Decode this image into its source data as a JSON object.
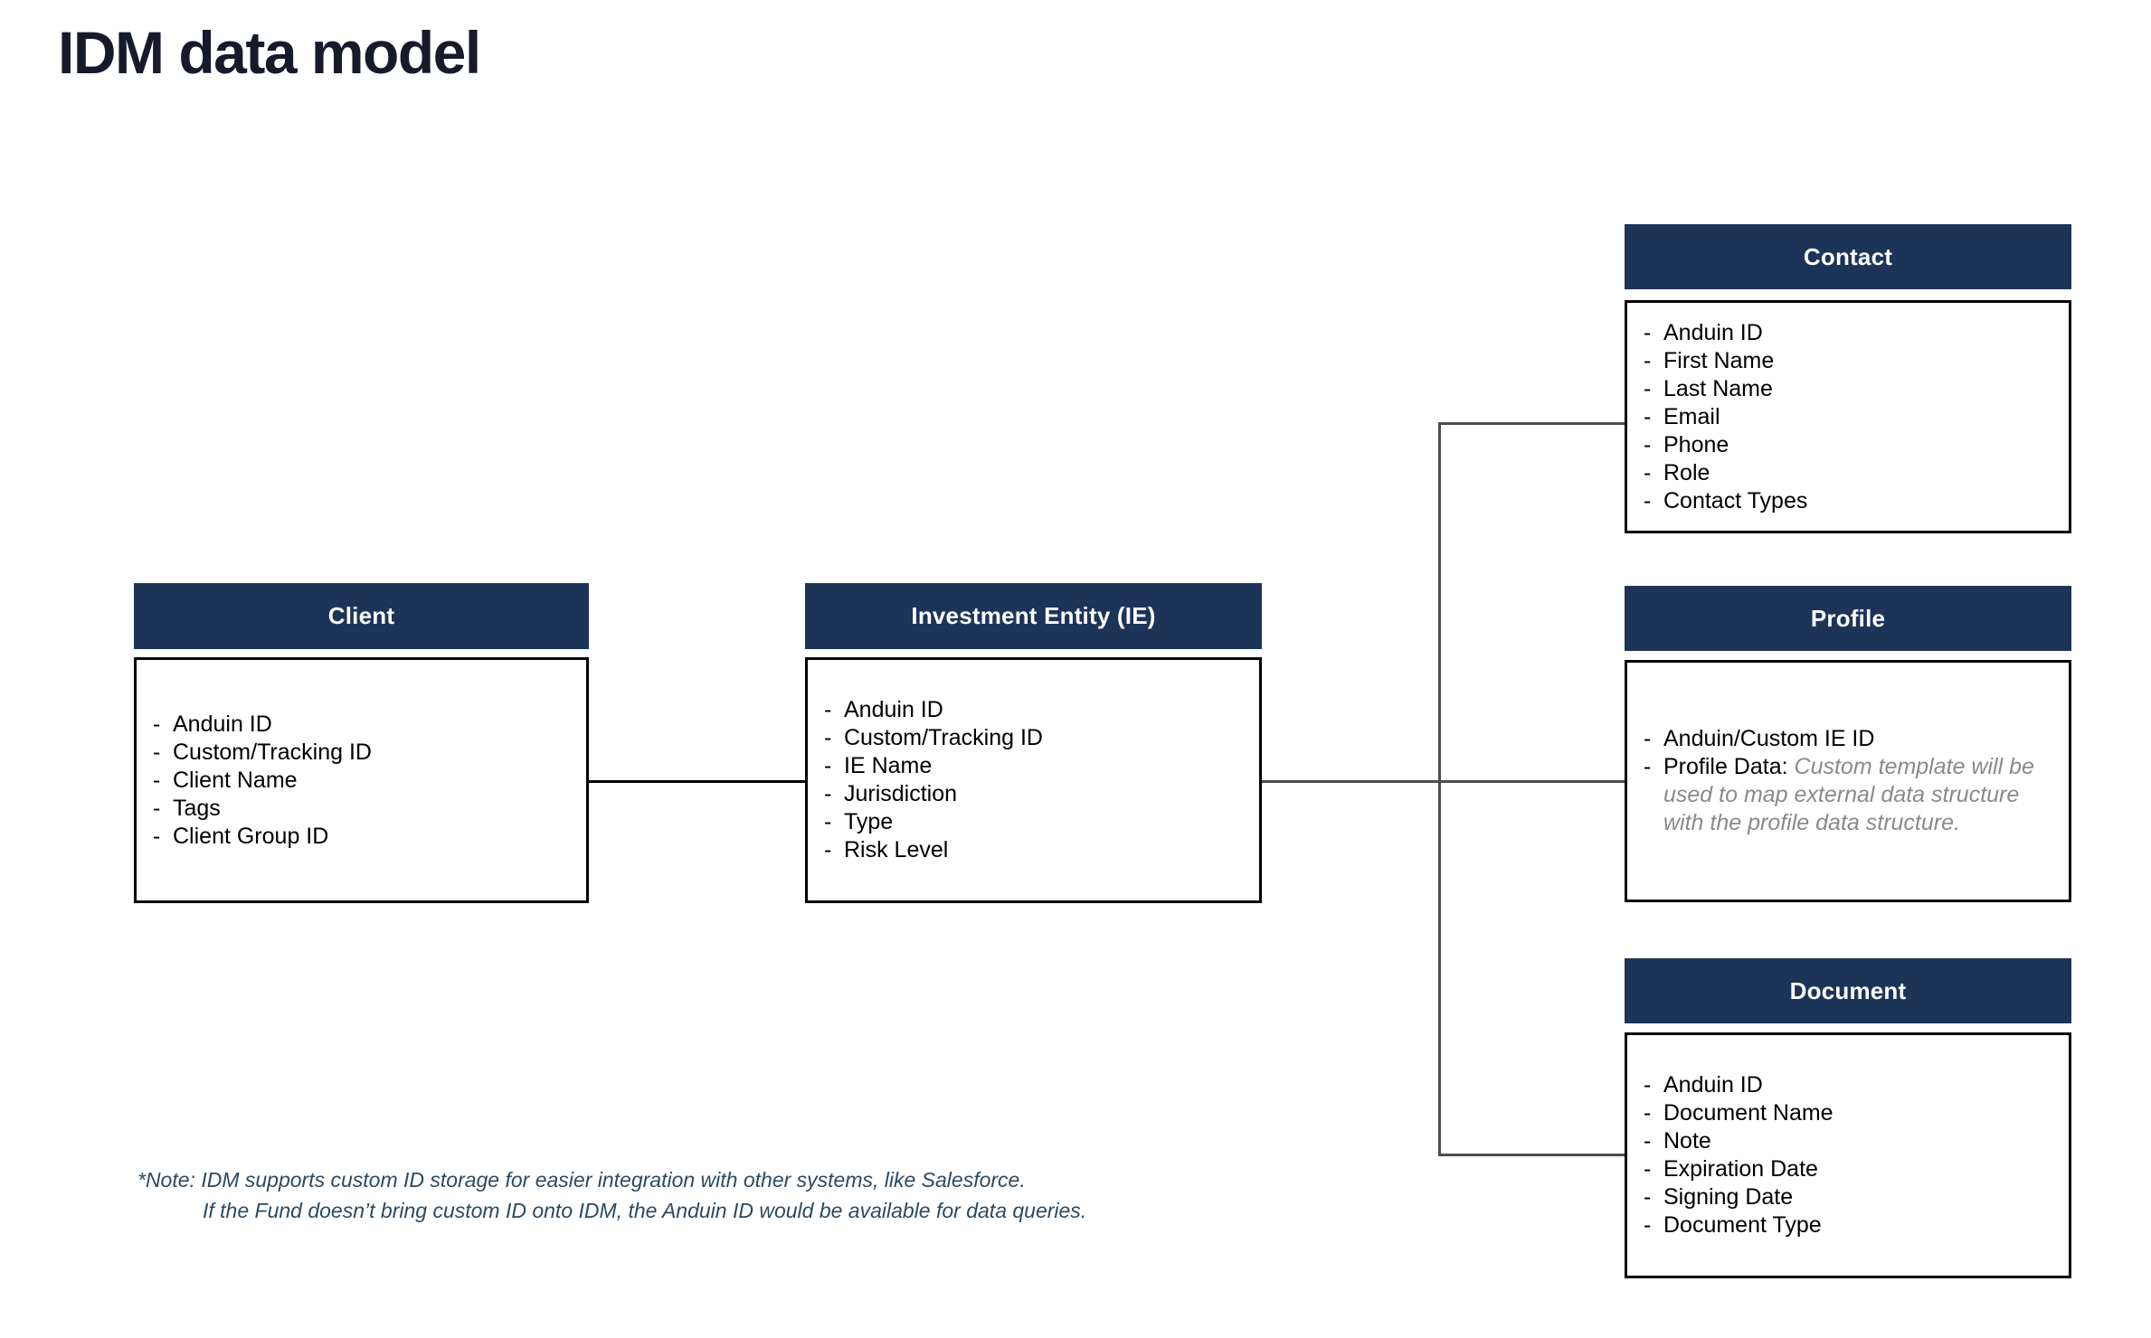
{
  "page": {
    "title": "IDM data model",
    "accent_navy": "#1d3459",
    "title_color": "#161a2b",
    "note_color": "#2c4a60",
    "connector_color": "#4d4d4d"
  },
  "entities": {
    "client": {
      "title": "Client",
      "fields": [
        "Anduin ID",
        "Custom/Tracking ID",
        "Client Name",
        "Tags",
        "Client Group ID"
      ]
    },
    "investment_entity": {
      "title": "Investment Entity (IE)",
      "fields": [
        "Anduin ID",
        "Custom/Tracking ID",
        "IE Name",
        "Jurisdiction",
        "Type",
        "Risk Level"
      ]
    },
    "contact": {
      "title": "Contact",
      "fields": [
        "Anduin ID",
        "First Name",
        "Last Name",
        "Email",
        "Phone",
        "Role",
        "Contact Types"
      ]
    },
    "profile": {
      "title": "Profile",
      "fields": [
        "Anduin/Custom IE ID"
      ],
      "profile_data_label": "Profile Data:",
      "profile_data_note": "Custom template will be used to map external data structure with the profile data structure."
    },
    "document": {
      "title": "Document",
      "fields": [
        "Anduin ID",
        "Document Name",
        "Note",
        "Expiration Date",
        "Signing Date",
        "Document Type"
      ]
    }
  },
  "bullet": "-",
  "footnote": {
    "line1": "*Note: IDM supports custom ID storage for easier integration with other systems, like Salesforce.",
    "line2": "If the Fund doesn’t bring custom ID onto IDM, the Anduin ID would be available for data queries."
  }
}
